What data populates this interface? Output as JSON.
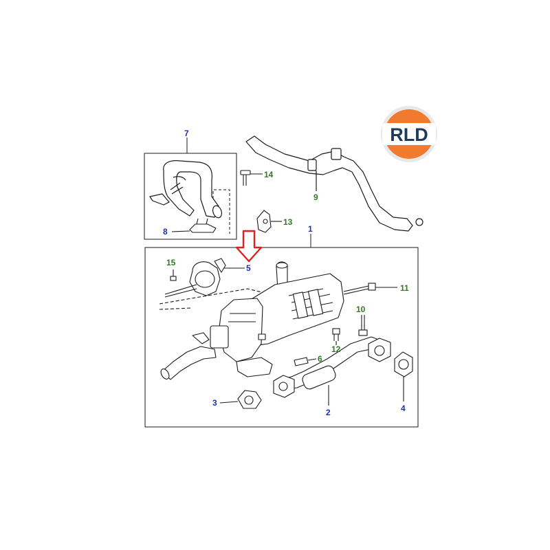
{
  "logo": {
    "text": "RLD",
    "colors": {
      "ring_outer": "#e8e8e8",
      "ring": "#f07a2d",
      "band": "#ffffff",
      "text": "#1f3b5c"
    }
  },
  "colors": {
    "line": "#1a1a1a",
    "callout_blue": "#1b2fb4",
    "callout_green": "#2f7a1f",
    "arrow": "#e0201c"
  },
  "callouts": {
    "c1": "1",
    "c2": "2",
    "c3": "3",
    "c4": "4",
    "c5": "5",
    "c6": "6",
    "c7": "7",
    "c8": "8",
    "c9": "9",
    "c10": "10",
    "c11": "11",
    "c12": "12",
    "c13": "13",
    "c14": "14",
    "c15": "15"
  }
}
